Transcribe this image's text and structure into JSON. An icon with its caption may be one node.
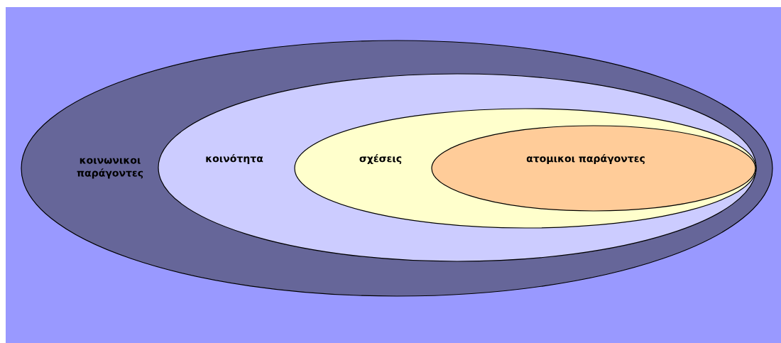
{
  "diagram": {
    "nodes": [
      {
        "text": [
          "κοινωνικοι παράγοντες"
        ]
      },
      {
        "text": [
          "κοινότητα"
        ],
        "in": 0
      },
      {
        "text": [
          "σχέσεις"
        ],
        "in": 1
      },
      {
        "text": [
          "ατομικοι παράγοντες"
        ],
        "in": 2
      }
    ]
  }
}
